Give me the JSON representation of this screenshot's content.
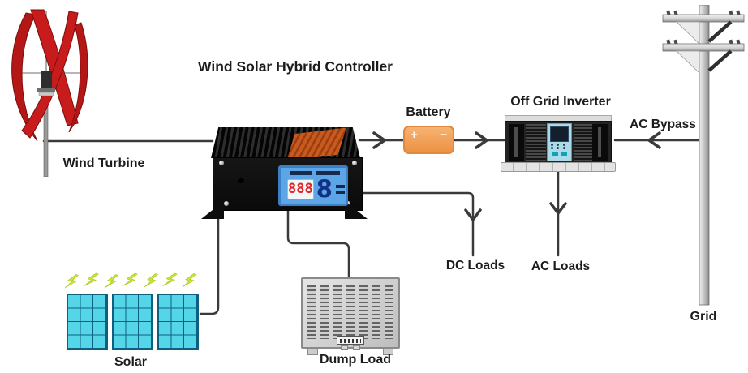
{
  "diagram": {
    "title": "Wind Solar Hybrid Controller",
    "labels": {
      "wind_turbine": "Wind Turbine",
      "solar": "Solar",
      "battery": "Battery",
      "inverter": "Off Grid Inverter",
      "ac_bypass": "AC Bypass",
      "dc_loads": "DC Loads",
      "ac_loads": "AC Loads",
      "dump_load": "Dump Load",
      "grid": "Grid"
    },
    "battery_terminals": {
      "positive": "+",
      "negative": "−"
    },
    "controller_lcd": {
      "digits": "888",
      "amp_digit": "8"
    },
    "colors": {
      "wire": "#3a3a3a",
      "battery_fill": "#f0a050",
      "solar_panel": "#55d6e8",
      "lcd_blue": "#5ca6e8",
      "turbine_blade": "#c01818",
      "sun_bolt": "#c8e43a",
      "controller_stripe": "#c75a1e"
    }
  }
}
